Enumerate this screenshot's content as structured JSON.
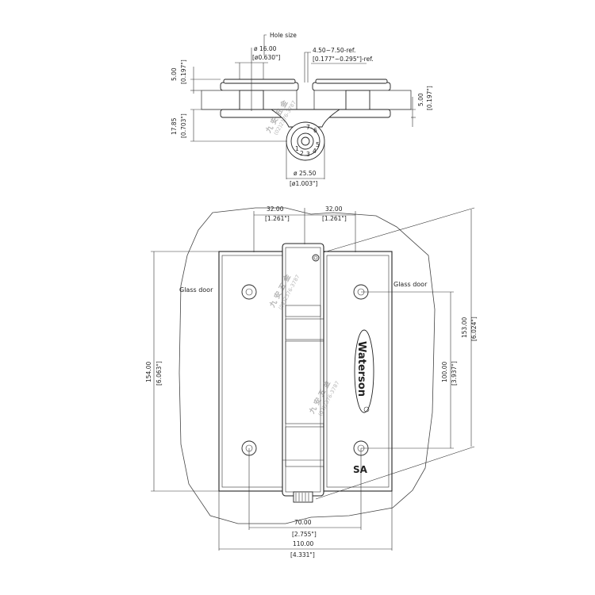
{
  "top_view": {
    "hole_size_label": "Hole size",
    "hole_dia_mm": "ø 16.00",
    "hole_dia_in": "[ø0.630\"]",
    "gap_mm": "4.50~7.50-ref.",
    "gap_in": "[0.177\"~0.295\"]-ref.",
    "left_thick_mm": "5.00",
    "left_thick_in": "[0.197\"]",
    "right_thick_mm": "5.00",
    "right_thick_in": "[0.197\"]",
    "depth_mm": "17.85",
    "depth_in": "[0.703\"]",
    "barrel_dia_mm": "ø 25.50",
    "barrel_dia_in": "[ø1.003\"]",
    "dial_numbers": [
      "1",
      "2",
      "3",
      "4",
      "5",
      "6",
      "7"
    ]
  },
  "front_view": {
    "left_offset_mm": "32.00",
    "left_offset_in": "[1.261\"]",
    "right_offset_mm": "32.00",
    "right_offset_in": "[1.261\"]",
    "glass_left": "Glass door",
    "glass_right": "Glass door",
    "height_mm": "154.00",
    "height_in": "[6.063\"]",
    "right_height_mm": "153.00",
    "right_height_in": "[6.024\"]",
    "hole_pitch_mm": "100.00",
    "hole_pitch_in": "[3.937\"]",
    "hole_span_mm": "70.00",
    "hole_span_in": "[2.755\"]",
    "width_mm": "110.00",
    "width_in": "[4.331\"]",
    "brand": "Waterson",
    "model": "SA"
  },
  "watermark": {
    "chars": "九 安 五 金",
    "phone": "(02)2376-3787"
  }
}
